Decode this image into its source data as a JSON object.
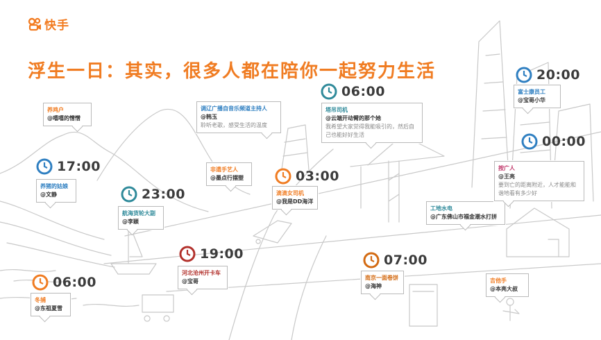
{
  "brand": {
    "logo_text": "快手",
    "accent": "#f27b20"
  },
  "headline": "浮生一日：其实，很多人都在陪你一起努力生活",
  "stories": [
    {
      "id": "s1",
      "time": "",
      "tag": "养鸡户",
      "name": "@嘻嘻的憎憎",
      "desc": "",
      "clock_color": ""
    },
    {
      "id": "s2",
      "time": "17:00",
      "tag": "养猪的姑娘",
      "name": "@文静",
      "desc": "",
      "clock_color": "#2f7fc1"
    },
    {
      "id": "s3",
      "time": "23:00",
      "tag": "航海货轮大副",
      "name": "@李颖",
      "desc": "",
      "clock_color": "#2f8a9a"
    },
    {
      "id": "s4",
      "time": "06:00",
      "tag": "冬捕",
      "name": "@东祖夏雪",
      "desc": "",
      "clock_color": "#f07c22"
    },
    {
      "id": "s5",
      "time": "",
      "tag": "调辽广播自音乐频道主持人",
      "name": "@韩玉",
      "desc": "聆听老歌，感受生活的温度",
      "clock_color": ""
    },
    {
      "id": "s6",
      "time": "",
      "tag": "非遗手艺人",
      "name": "@墨点行摆塑",
      "desc": "",
      "clock_color": ""
    },
    {
      "id": "s7",
      "time": "03:00",
      "tag": "滴滴女司机",
      "name": "@我是DD海洋",
      "desc": "",
      "clock_color": "#f07c22"
    },
    {
      "id": "s8",
      "time": "19:00",
      "tag": "河北沧州开卡车",
      "name": "@宝哥",
      "desc": "",
      "clock_color": "#b2302b"
    },
    {
      "id": "s9",
      "time": "06:00",
      "tag": "塔吊司机",
      "name": "@云端开动臂的那个她",
      "desc": "我希望大家觉得我能吸引的，然后自己也能好好生活",
      "clock_color": "#2f8a9a"
    },
    {
      "id": "s10",
      "time": "07:00",
      "tag": "南京一面卷饼",
      "name": "@海神",
      "desc": "",
      "clock_color": "#d36a12"
    },
    {
      "id": "s11",
      "time": "",
      "tag": "工地水电",
      "name": "@广东佛山市福金潮水打拼",
      "desc": "",
      "clock_color": ""
    },
    {
      "id": "s12",
      "time": "20:00",
      "tag": "富士康员工",
      "name": "@宝哥小华",
      "desc": "",
      "clock_color": "#2f7fc1"
    },
    {
      "id": "s13",
      "time": "00:00",
      "tag": "按广人",
      "name": "@王亮",
      "desc": "要到亡的距离附近，人才能能和谐地看有多少好",
      "clock_color": "#2f7fc1"
    },
    {
      "id": "s14",
      "time": "",
      "tag": "吉他手",
      "name": "@本亮大叔",
      "desc": "",
      "clock_color": ""
    }
  ]
}
